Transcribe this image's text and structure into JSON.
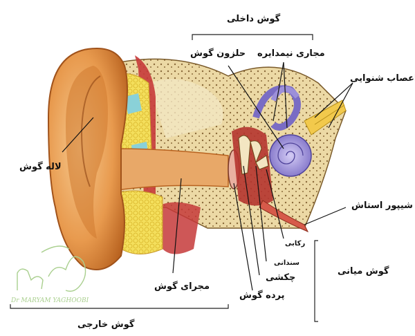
{
  "labels": {
    "inner_ear": "گوش داخلی",
    "cochlea": "حلزون گوش",
    "semicircular_canals": "مجاری نیمدایره",
    "auditory_nerve": "اعصاب شنوایی",
    "pinna": "لاله گوش",
    "eustachian_tube": "شیپور استاش",
    "stapes": "رکابی",
    "middle_ear": "گوش میانی",
    "incus": "سندانی",
    "malleus": "چکشی",
    "ear_canal": "مجرای گوش",
    "eardrum": "پرده گوش",
    "outer_ear": "گوش خارجی"
  },
  "watermark": {
    "text": "Dr MARYAM YAGHOOBI"
  },
  "colors": {
    "skin": "#e89a4e",
    "skin_dark": "#b8621f",
    "bone": "#ecd9a5",
    "fat": "#f4df5c",
    "cochlea": "#9c8fd9",
    "muscle": "#c63a3a",
    "watermark": "#a9cf8e"
  }
}
